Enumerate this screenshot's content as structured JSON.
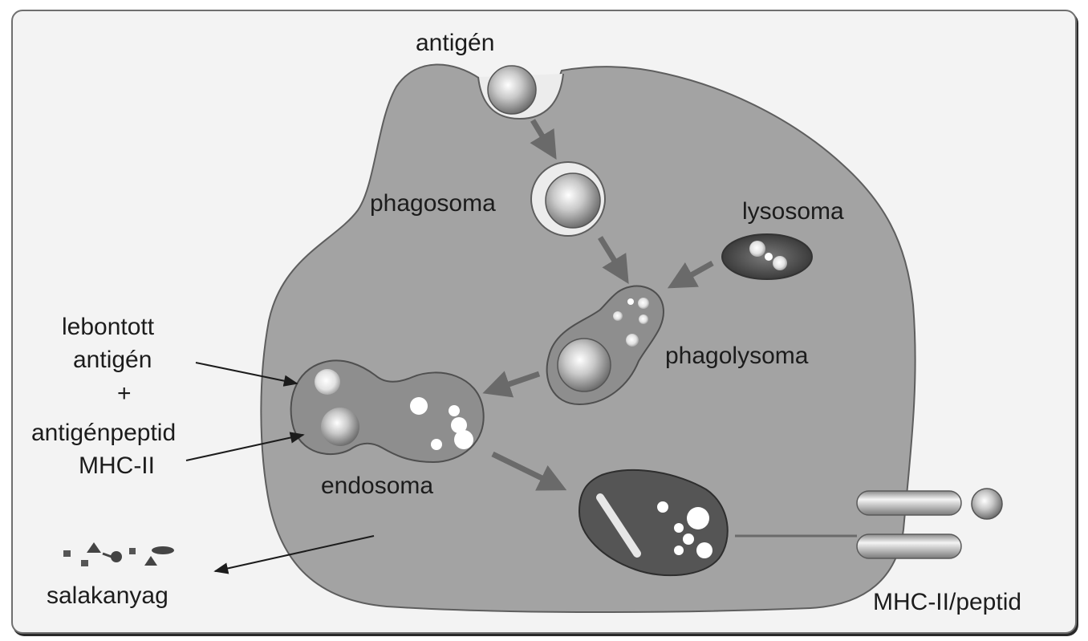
{
  "labels": {
    "antigen": "antigén",
    "phagosoma": "phagosoma",
    "lysosoma": "lysosoma",
    "phagolysoma": "phagolysoma",
    "endosoma": "endosoma",
    "lebontott": "lebontott",
    "antigen2": "antigén",
    "plus": "+",
    "antigenpeptid": "antigénpeptid",
    "mhc2": "MHC-II",
    "salakanyag": "salakanyag",
    "mhc_peptid": "MHC-II/peptid"
  },
  "colors": {
    "cell_fill": "#a3a3a3",
    "cell_stroke": "#5e5e5e",
    "organelle_fill": "#8e8e8e",
    "dark_vesicle": "#4a4a4a",
    "arrow": "#6a6a6a",
    "text": "#1c1c1c"
  }
}
